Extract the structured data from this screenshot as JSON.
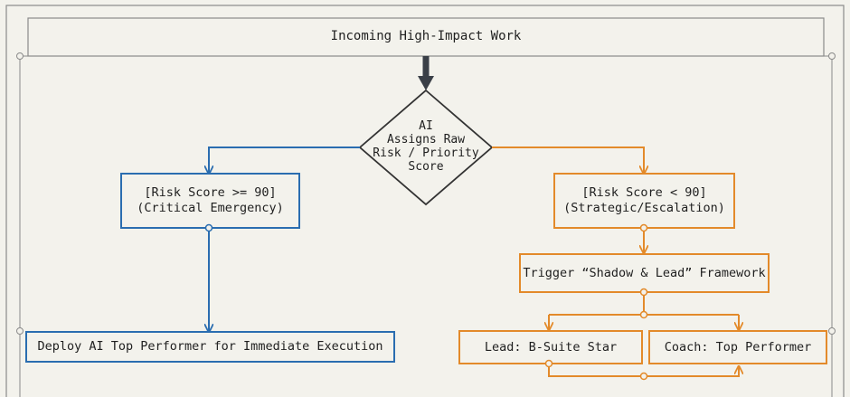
{
  "header": {
    "title": "Incoming High-Impact Work"
  },
  "decision": {
    "label": "AI\nAssigns Raw\nRisk / Priority\nScore"
  },
  "left_branch": {
    "condition": "[Risk Score >= 90]\n(Critical Emergency)",
    "action": "Deploy AI Top Performer for Immediate Execution"
  },
  "right_branch": {
    "condition": "[Risk Score < 90]\n(Strategic/Escalation)",
    "trigger": "Trigger “Shadow & Lead” Framework",
    "lead": "Lead: B-Suite Star",
    "coach": "Coach: Top Performer"
  },
  "colors": {
    "frame": "#8a8a8a",
    "dark_arrow": "#3a3f47",
    "left_accent": "#2a6db0",
    "right_accent": "#e38a2a"
  }
}
